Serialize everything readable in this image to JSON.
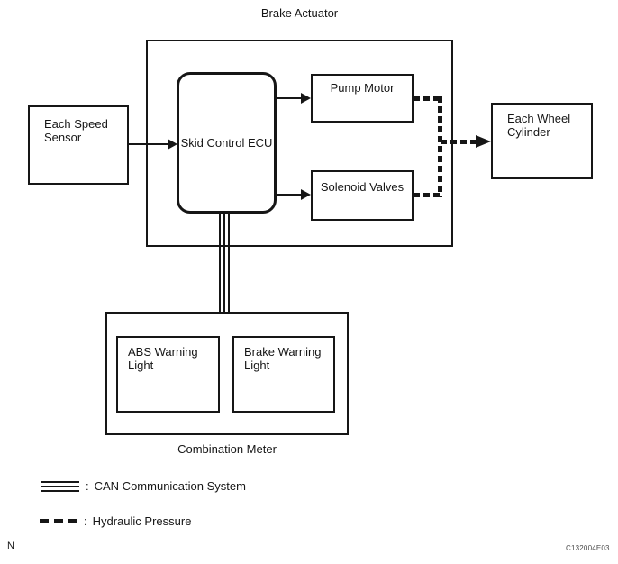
{
  "diagram": {
    "title": "Brake Actuator",
    "nodes": {
      "each_speed_sensor": {
        "label": "Each Speed\nSensor"
      },
      "skid_control_ecu": {
        "label": "Skid Control ECU"
      },
      "pump_motor": {
        "label": "Pump Motor"
      },
      "solenoid_valves": {
        "label": "Solenoid Valves"
      },
      "each_wheel_cylinder": {
        "label": "Each Wheel\nCylinder"
      },
      "abs_warning_light": {
        "label": "ABS Warning\nLight"
      },
      "brake_warning_light": {
        "label": "Brake Warning\nLight"
      },
      "combination_meter": {
        "label": "Combination Meter"
      }
    },
    "legend": [
      {
        "symbol": "can-triple-line",
        "separator": ":",
        "label": "CAN Communication System"
      },
      {
        "symbol": "hydraulic-dashed-line",
        "separator": ":",
        "label": "Hydraulic Pressure"
      }
    ],
    "footer": {
      "left_mark": "N",
      "figure_code": "C132004E03"
    },
    "colors": {
      "line": "#161616",
      "background": "#ffffff",
      "code_text": "#4a4a4a"
    }
  }
}
